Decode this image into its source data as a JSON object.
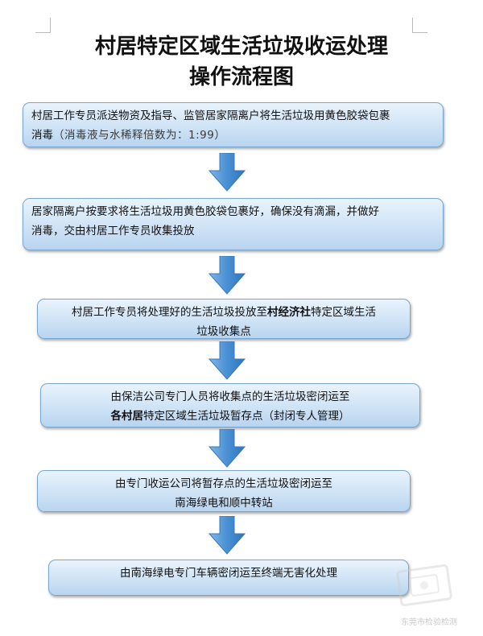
{
  "title": {
    "line1": "村居特定区域生活垃圾收运处理",
    "line2": "操作流程图"
  },
  "steps": [
    {
      "line1": "村居工作专员派送物资及指导、监管居家隔离户将生活垃圾用黄色胶袋包裹",
      "line2_main": "消毒",
      "line2_note": "（消毒液与水稀释倍数为：1:99）"
    },
    {
      "line1": "居家隔离户按要求将生活垃圾用黄色胶袋包裹好，确保没有滴漏，并做好",
      "line2": "消毒，交由村居工作专员收集投放"
    },
    {
      "line1_a": "村居工作专员将处理好的生活垃圾投放至",
      "line1_bold": "村经济社",
      "line1_b": "特定区域生活",
      "line2": "垃圾收集点"
    },
    {
      "line1": "由保洁公司专门人员将收集点的生活垃圾密闭运至",
      "line2_bold": "各村居",
      "line2_rest": "特定区域生活垃圾暂存点（封闭专人管理）"
    },
    {
      "line1": "由专门收运公司将暂存点的生活垃圾密闭运至",
      "line2": "南海绿电和顺中转站"
    },
    {
      "line1": "由南海绿电专门车辆密闭运至终端无害化处理"
    }
  ],
  "watermark": {
    "text": "东莞市检验检测",
    "icon": "stamp-icon"
  },
  "colors": {
    "box_top": "#e9f3fc",
    "box_bottom": "#b9d4ef",
    "box_border": "#7aa6d2",
    "arrow_light": "#7fb6e6",
    "arrow_dark": "#2f74bd"
  }
}
